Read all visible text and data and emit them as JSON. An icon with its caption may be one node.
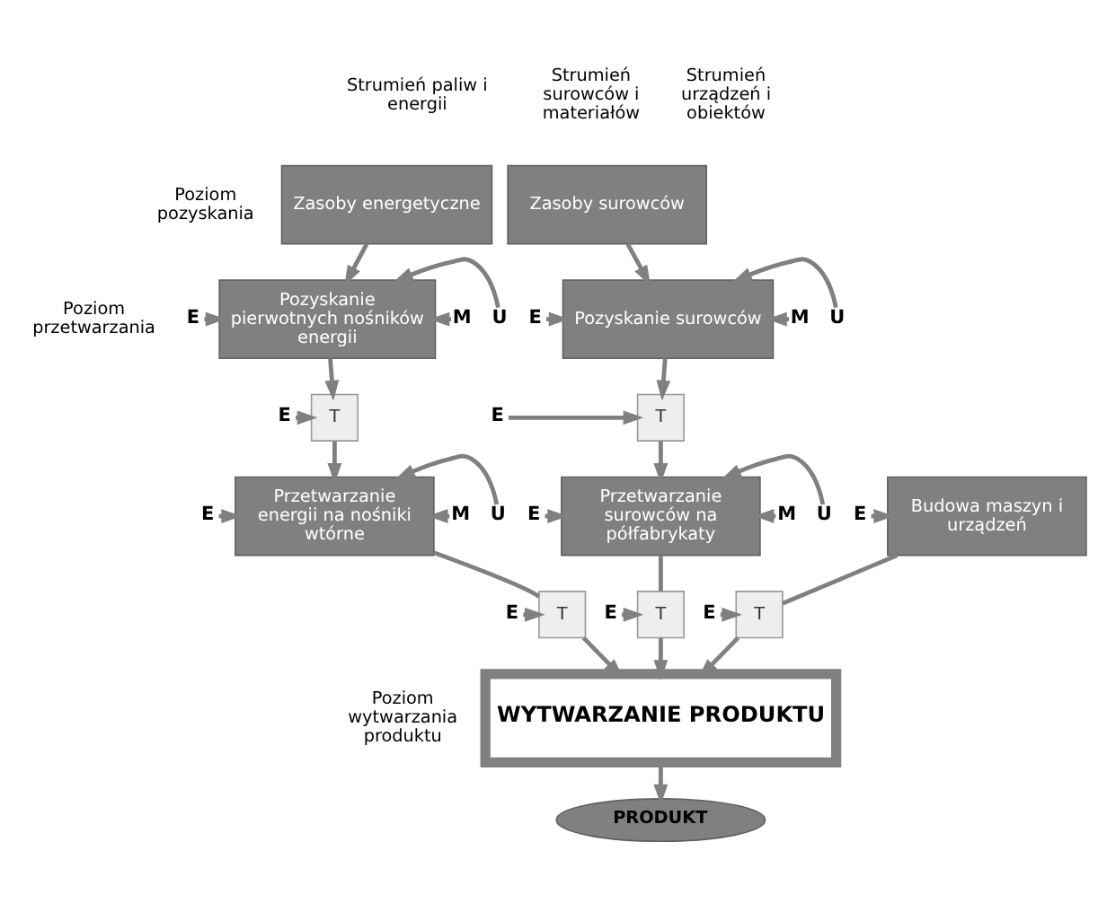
{
  "diagram": {
    "nodes": [
      {
        "text": [
          "Zasoby energetyczne"
        ]
      },
      {
        "text": [
          "Zasoby surowców"
        ]
      },
      {
        "text": [
          "E"
        ]
      },
      {
        "text": [
          "Pozyskanie pierwotnych nośników energii"
        ]
      },
      {
        "text": [
          "M"
        ]
      },
      {
        "text": [
          "U"
        ]
      },
      {
        "text": [
          "E"
        ]
      },
      {
        "text": [
          "Pozyskanie surowców"
        ]
      },
      {
        "text": [
          "M"
        ]
      },
      {
        "text": [
          "U"
        ]
      },
      {
        "text": [
          "E"
        ]
      },
      {
        "text": [
          "T"
        ]
      },
      {
        "text": [
          "E"
        ]
      },
      {
        "text": [
          "T"
        ]
      },
      {
        "text": [
          "E"
        ]
      },
      {
        "text": [
          "Przetwarzanie energii na nośniki wtórne"
        ]
      },
      {
        "text": [
          "M"
        ]
      },
      {
        "text": [
          "U"
        ]
      },
      {
        "text": [
          "E"
        ]
      },
      {
        "text": [
          "Przetwarzanie surowców na półfabrykaty"
        ]
      },
      {
        "text": [
          "M"
        ]
      },
      {
        "text": [
          "U"
        ]
      },
      {
        "text": [
          "E"
        ]
      },
      {
        "text": [
          "Budowa maszyn i urządzeń"
        ]
      },
      {
        "text": [
          "E"
        ]
      },
      {
        "text": [
          "T"
        ]
      },
      {
        "text": [
          "E"
        ]
      },
      {
        "text": [
          "T"
        ]
      },
      {
        "text": [
          "E"
        ]
      },
      {
        "text": [
          "T"
        ]
      },
      {
        "text": [
          "WYTWARZANIE PRODUKTU"
        ]
      },
      {
        "text": [
          "PRODUKT"
        ]
      }
    ],
    "edges": [
      {
        "from": 0,
        "to": 3,
        "arrow": "to"
      },
      {
        "from": 1,
        "to": 7,
        "arrow": "to"
      },
      {
        "from": 2,
        "to": 3,
        "arrow": "to"
      },
      {
        "from": 4,
        "to": 3,
        "arrow": "to"
      },
      {
        "from": 5,
        "to": 3,
        "arrow": "to"
      },
      {
        "from": 6,
        "to": 7,
        "arrow": "to"
      },
      {
        "from": 8,
        "to": 7,
        "arrow": "to"
      },
      {
        "from": 9,
        "to": 7,
        "arrow": "to"
      },
      {
        "from": 3,
        "to": 11,
        "arrow": "to"
      },
      {
        "from": 7,
        "to": 13,
        "arrow": "to"
      },
      {
        "from": 10,
        "to": 11,
        "arrow": "to"
      },
      {
        "from": 12,
        "to": 13,
        "arrow": "to"
      },
      {
        "from": 11,
        "to": 15,
        "arrow": "to"
      },
      {
        "from": 13,
        "to": 19,
        "arrow": "to"
      },
      {
        "from": 14,
        "to": 15,
        "arrow": "to"
      },
      {
        "from": 16,
        "to": 15,
        "arrow": "to"
      },
      {
        "from": 17,
        "to": 15,
        "arrow": "to"
      },
      {
        "from": 18,
        "to": 19,
        "arrow": "to"
      },
      {
        "from": 20,
        "to": 19,
        "arrow": "to"
      },
      {
        "from": 21,
        "to": 19,
        "arrow": "to"
      },
      {
        "from": 22,
        "to": 23,
        "arrow": "to"
      },
      {
        "from": 15,
        "to": 25,
        "arrow": "none"
      },
      {
        "from": 19,
        "to": 27,
        "arrow": "none"
      },
      {
        "from": 23,
        "to": 29,
        "arrow": "none"
      },
      {
        "from": 24,
        "to": 25,
        "arrow": "to"
      },
      {
        "from": 26,
        "to": 27,
        "arrow": "to"
      },
      {
        "from": 28,
        "to": 29,
        "arrow": "to"
      },
      {
        "from": 25,
        "to": 30,
        "arrow": "to"
      },
      {
        "from": 27,
        "to": 30,
        "arrow": "to"
      },
      {
        "from": 29,
        "to": 30,
        "arrow": "to"
      },
      {
        "from": 30,
        "to": 31,
        "arrow": "to"
      }
    ],
    "labels": [
      "Strumień paliw i energii",
      "Strumień surowców i materiałów",
      "Strumień urządzeń i obiektów",
      "Poziom pozyskania",
      "Poziom przetwarzania",
      "Poziom wytwarzania produktu"
    ]
  }
}
